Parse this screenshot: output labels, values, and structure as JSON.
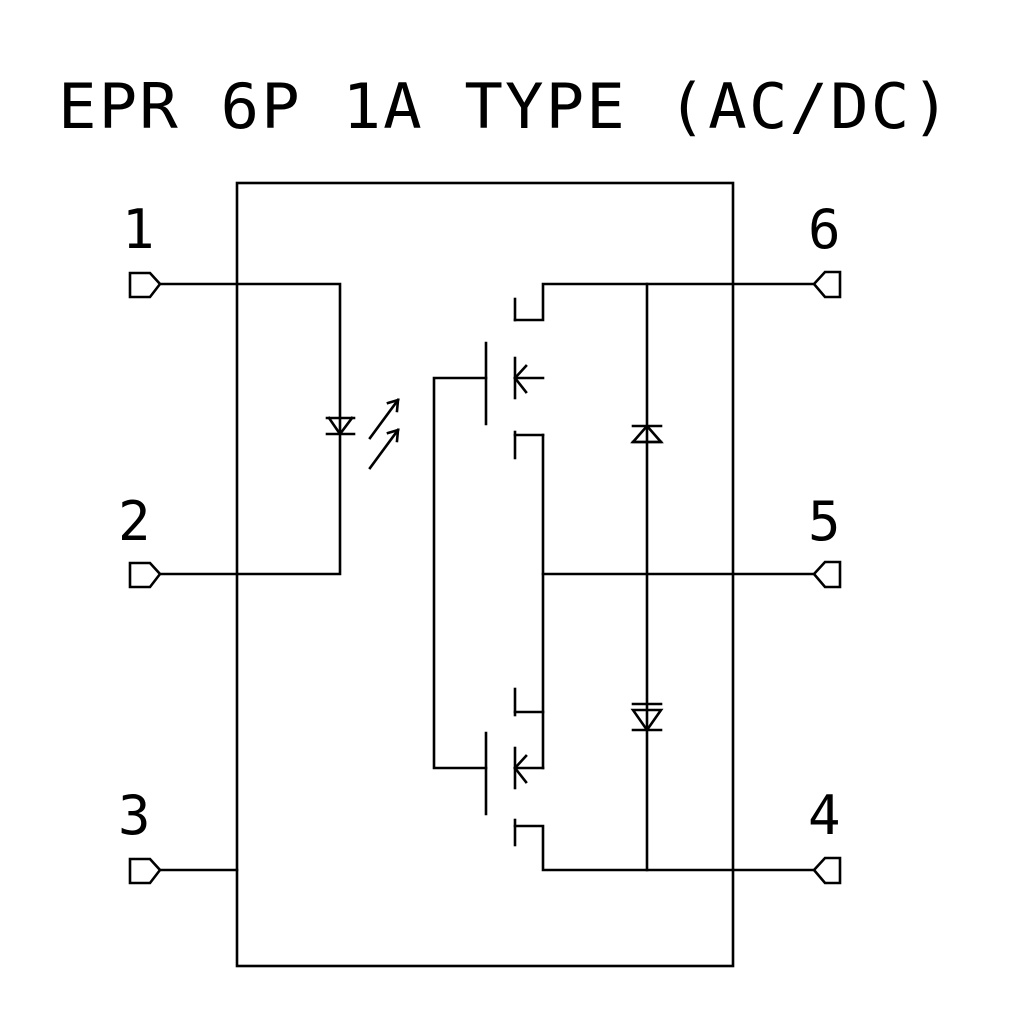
{
  "title": "EPR 6P 1A TYPE (AC/DC)",
  "pins": {
    "p1": "1",
    "p2": "2",
    "p3": "3",
    "p4": "4",
    "p5": "5",
    "p6": "6"
  },
  "colors": {
    "line": "#000000",
    "background": "#ffffff"
  }
}
